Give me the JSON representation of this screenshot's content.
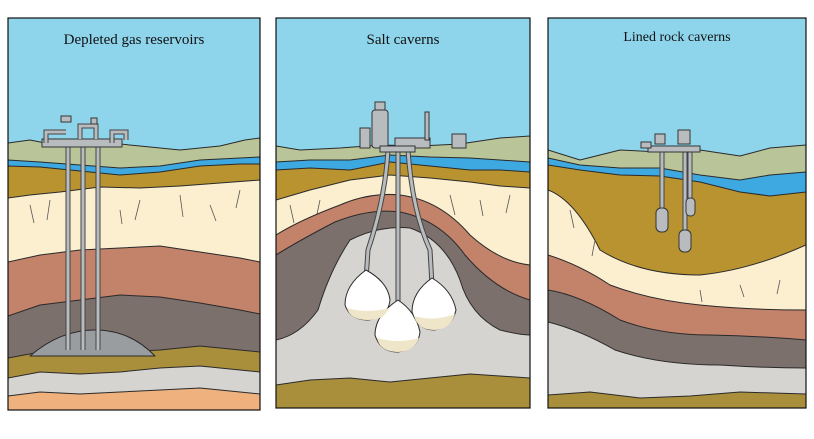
{
  "panels": [
    {
      "title": "Depleted gas reservoirs"
    },
    {
      "title": "Salt caverns"
    },
    {
      "title": "Lined rock caverns"
    }
  ],
  "colors": {
    "sky": "#8ed5ec",
    "vegetation": "#b9c598",
    "water": "#3ea8e0",
    "ochre": "#b8932f",
    "cream": "#fbefcf",
    "brown": "#c3826a",
    "dark_rock": "#7c706d",
    "light_rock": "#d6d4d1",
    "orange": "#efb27f",
    "olive": "#a98f3c"
  }
}
